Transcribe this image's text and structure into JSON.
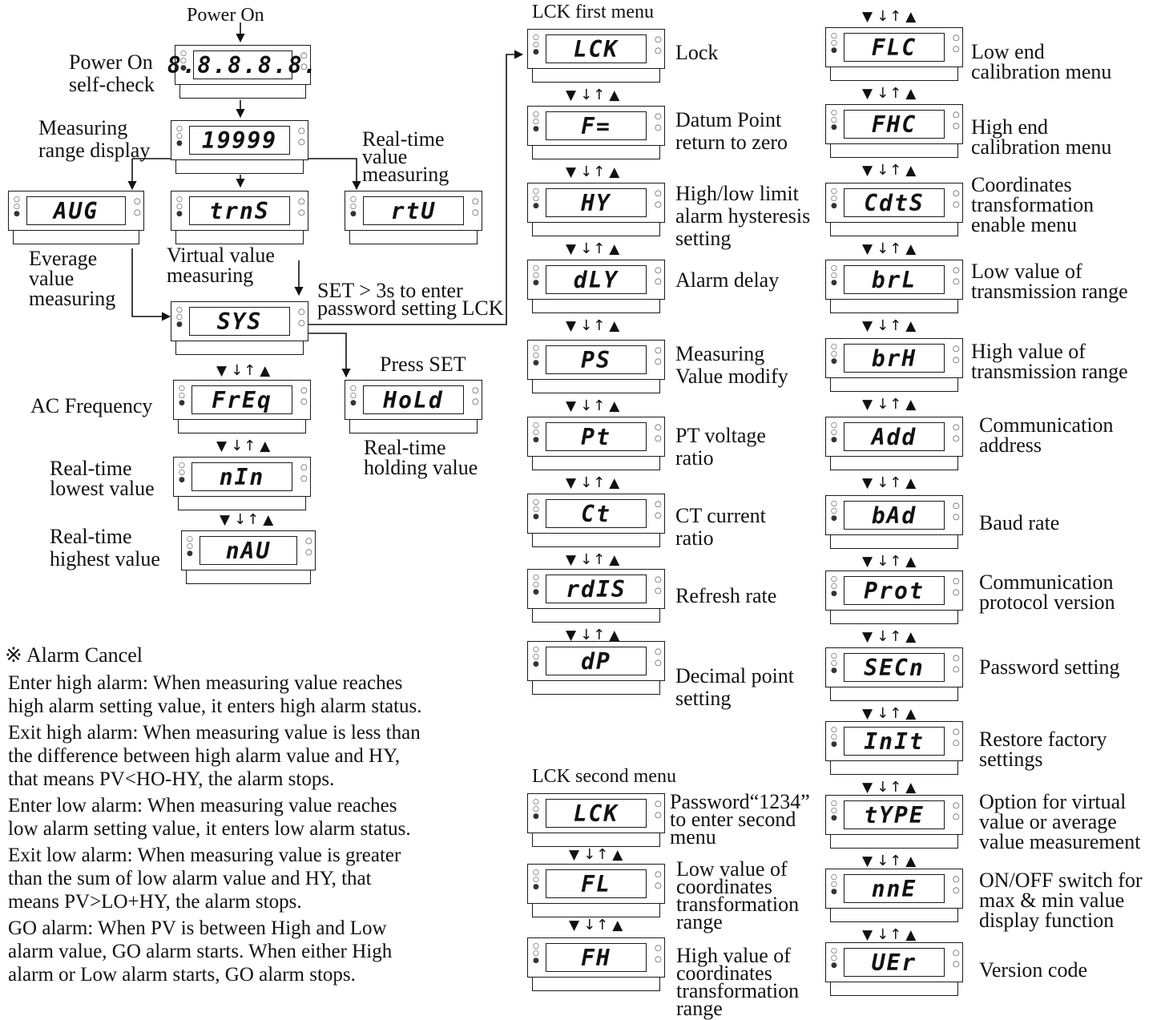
{
  "power_on": "Power On",
  "left_flow": {
    "power_on_self_check": {
      "label": [
        "Power On",
        "self-check"
      ],
      "code": "8.8.8.8.8."
    },
    "range_display": {
      "label": [
        "Measuring",
        "range display"
      ],
      "code": "19999"
    },
    "average": {
      "label": [
        "Everage",
        "value",
        "measuring"
      ],
      "code": "AUG"
    },
    "virtual": {
      "label": [
        "Virtual value",
        "measuring"
      ],
      "code": "trnS"
    },
    "realtime": {
      "label": [
        "Real-time",
        "value",
        "measuring"
      ],
      "code": "rtU"
    },
    "sys": {
      "code": "SYS",
      "note": [
        "SET > 3s to enter",
        "password setting LCK"
      ]
    },
    "hold": {
      "note": "Press SET",
      "label": [
        "Real-time",
        "holding value"
      ],
      "code": "HoLd"
    },
    "ac_freq": {
      "label": [
        "AC Frequency"
      ],
      "code": "FrEq"
    },
    "lowest": {
      "label": [
        "Real-time",
        "lowest value"
      ],
      "code": "nIn"
    },
    "highest": {
      "label": [
        "Real-time",
        "highest value"
      ],
      "code": "nAU"
    }
  },
  "nav_symbols": {
    "down": "▼",
    "swap": "↓↑",
    "up": "▲"
  },
  "lck_first": {
    "title": "LCK first menu",
    "items": [
      {
        "code": "LCK",
        "label": [
          "Lock"
        ]
      },
      {
        "code": "F=",
        "label": [
          "Datum Point",
          "return to zero"
        ]
      },
      {
        "code": "HY",
        "label": [
          "High/low limit",
          "alarm hysteresis",
          "setting"
        ]
      },
      {
        "code": "dLY",
        "label": [
          "Alarm delay"
        ]
      },
      {
        "code": "PS",
        "label": [
          "Measuring",
          "Value modify"
        ]
      },
      {
        "code": "Pt",
        "label": [
          "PT voltage",
          "ratio"
        ]
      },
      {
        "code": "Ct",
        "label": [
          "CT current",
          "ratio"
        ]
      },
      {
        "code": "rdIS",
        "label": [
          "Refresh rate"
        ]
      },
      {
        "code": "dP",
        "label": [
          "Decimal point",
          "setting"
        ]
      }
    ]
  },
  "lck_second": {
    "title": "LCK second menu",
    "items": [
      {
        "code": "LCK",
        "label": [
          "Password“1234”",
          "to enter second",
          "menu"
        ]
      },
      {
        "code": "FL",
        "label": [
          "Low value of",
          "coordinates",
          "transformation",
          "range"
        ]
      },
      {
        "code": "FH",
        "label": [
          "High value of",
          "coordinates",
          "transformation",
          "range"
        ]
      }
    ]
  },
  "right_col": {
    "items": [
      {
        "code": "FLC",
        "label": [
          "Low end",
          "calibration menu"
        ]
      },
      {
        "code": "FHC",
        "label": [
          "High end",
          "calibration menu"
        ]
      },
      {
        "code": "CdtS",
        "label": [
          "Coordinates",
          "transformation",
          "enable menu"
        ]
      },
      {
        "code": "brL",
        "label": [
          "Low value of",
          "transmission range"
        ]
      },
      {
        "code": "brH",
        "label": [
          "High value of",
          "transmission range"
        ]
      },
      {
        "code": "Add",
        "label": [
          "Communication",
          "address"
        ]
      },
      {
        "code": "bAd",
        "label": [
          "Baud rate"
        ]
      },
      {
        "code": "Prot",
        "label": [
          "Communication",
          "protocol version"
        ]
      },
      {
        "code": "SECn",
        "label": [
          "Password setting"
        ]
      },
      {
        "code": "InIt",
        "label": [
          "Restore factory",
          "settings"
        ]
      },
      {
        "code": "tYPE",
        "label": [
          "Option for virtual",
          "value or average",
          "value measurement"
        ]
      },
      {
        "code": "nnE",
        "label": [
          "ON/OFF switch for",
          "max & min value",
          "display function"
        ]
      },
      {
        "code": "UEr",
        "label": [
          "Version code"
        ]
      }
    ]
  },
  "alarm_cancel": {
    "title": "※ Alarm Cancel",
    "paragraphs": [
      [
        "Enter high alarm: When measuring value reaches",
        "high alarm setting value, it enters high alarm status."
      ],
      [
        "Exit high alarm: When measuring value is less than",
        "the difference between high alarm value and HY,",
        "that means PV<HO-HY, the alarm stops."
      ],
      [
        "Enter low alarm: When measuring value reaches",
        "low alarm setting value, it enters low alarm status."
      ],
      [
        "Exit low alarm: When measuring value is greater",
        "than the sum of low alarm value and HY, that",
        "means PV>LO+HY, the alarm stops."
      ],
      [
        "GO alarm: When PV is between High and Low",
        "alarm value, GO alarm starts. When either High",
        "alarm or Low alarm starts, GO alarm stops."
      ]
    ]
  }
}
